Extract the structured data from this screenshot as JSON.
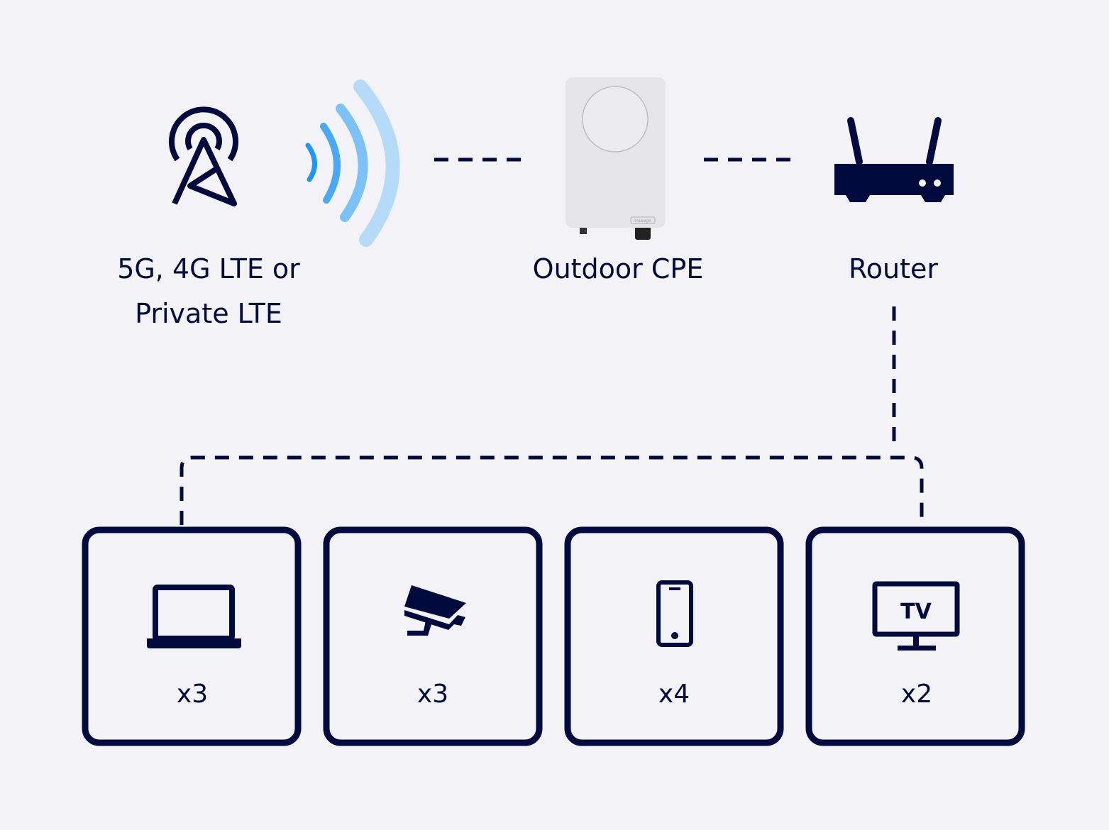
{
  "colors": {
    "background": "#f2f2f7",
    "navy": "#000a3d",
    "signal_dark": "#2196f3",
    "signal_mid": "#7cc1f8",
    "signal_light": "#b6dbf8"
  },
  "nodes": {
    "tower": {
      "label_line1": "5G, 4G LTE or",
      "label_line2": "Private LTE",
      "icon": "cell-tower-icon"
    },
    "cpe": {
      "label": "Outdoor CPE",
      "brand": "Inseego"
    },
    "router": {
      "label": "Router",
      "icon": "router-icon"
    }
  },
  "devices": [
    {
      "icon": "laptop-icon",
      "count": "x3"
    },
    {
      "icon": "security-camera-icon",
      "count": "x3"
    },
    {
      "icon": "smartphone-icon",
      "count": "x4"
    },
    {
      "icon": "tv-icon",
      "count": "x2",
      "icon_text": "TV"
    }
  ]
}
